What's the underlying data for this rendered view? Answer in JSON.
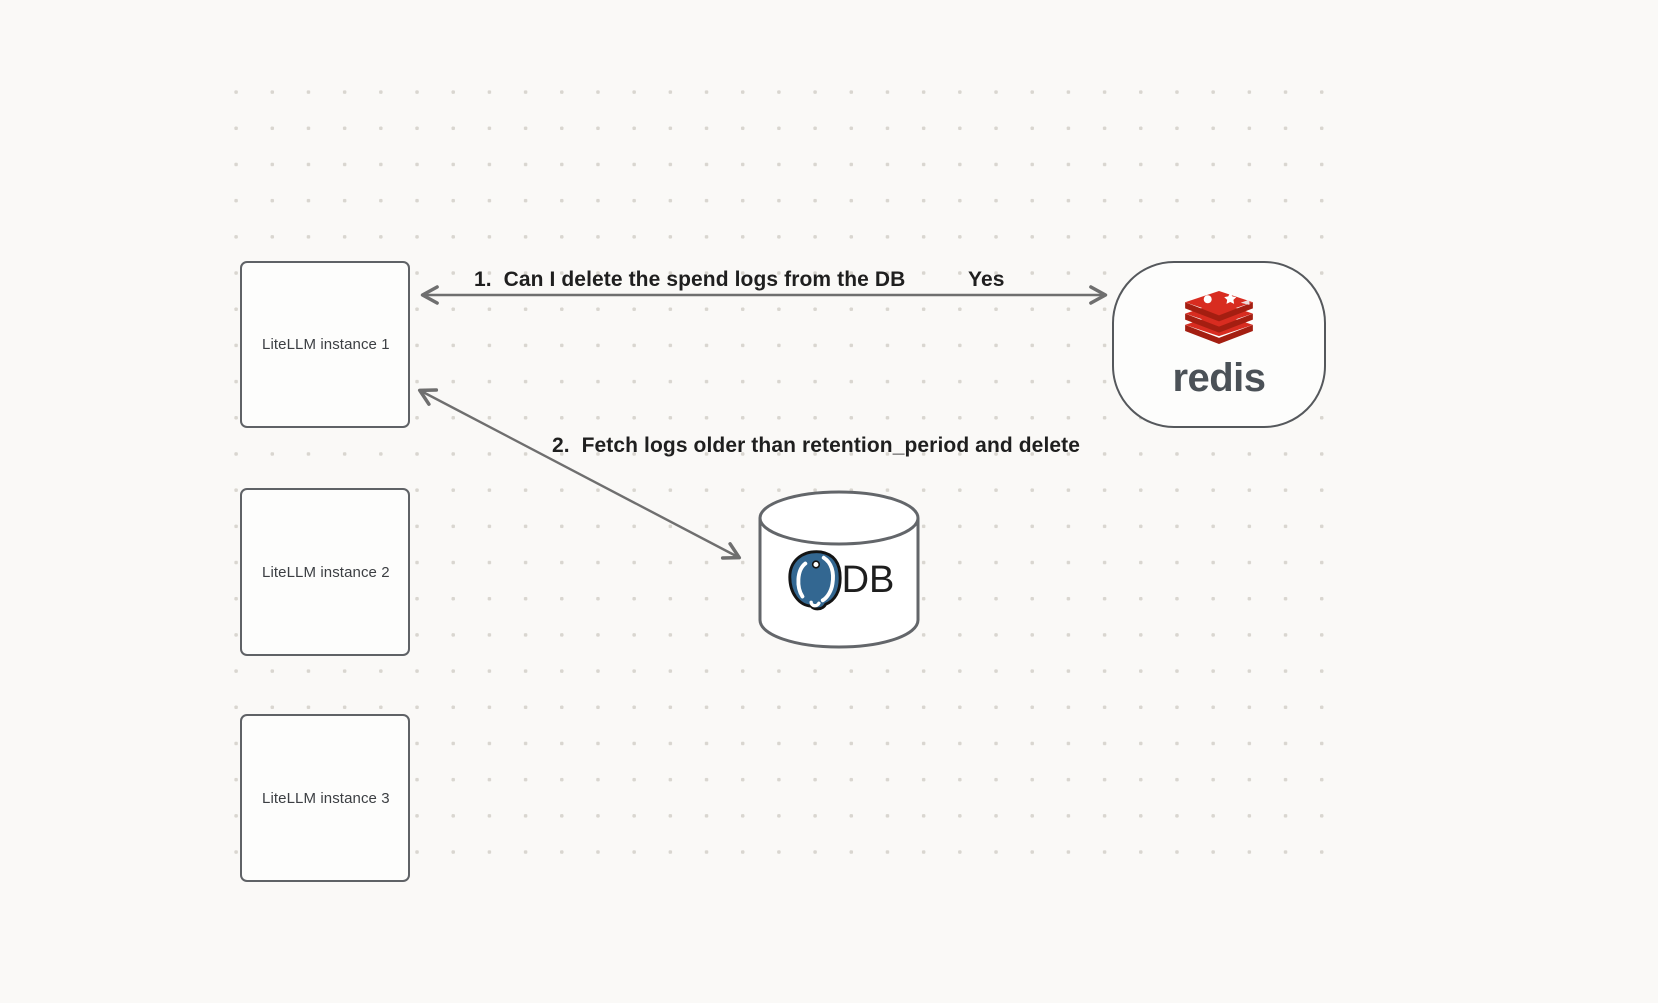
{
  "diagram": {
    "nodes": {
      "instance1": {
        "label": "LiteLLM instance 1"
      },
      "instance2": {
        "label": "LiteLLM instance 2"
      },
      "instance3": {
        "label": "LiteLLM instance 3"
      },
      "redis": {
        "label": "redis"
      },
      "db": {
        "label": "DB"
      }
    },
    "edges": {
      "edge1": {
        "label": "1.  Can I delete the spend logs from the DB",
        "response": "Yes"
      },
      "edge2": {
        "label": "2.  Fetch logs older than retention_period and delete"
      }
    },
    "icons": {
      "redis_logo": "redis-stacked-boxes",
      "postgres_logo": "postgresql-elephant",
      "db_cylinder": "database-cylinder"
    },
    "colors": {
      "redis_red": "#d82c20",
      "redis_dark_red": "#a41e11",
      "postgres_blue": "#336791",
      "arrow_gray": "#6f6f6f",
      "node_border": "#5f6266",
      "background": "#faf9f7",
      "dot_grid": "#d9d6d0"
    }
  }
}
